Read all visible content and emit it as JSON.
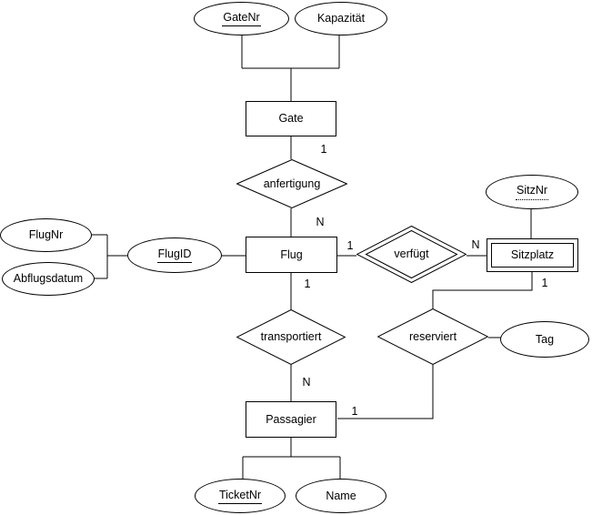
{
  "diagram": {
    "type": "er-diagram",
    "language": "de",
    "entities": {
      "gate": "Gate",
      "flug": "Flug",
      "sitzplatz": "Sitzplatz",
      "passagier": "Passagier"
    },
    "weak_entities": [
      "sitzplatz"
    ],
    "relationships": {
      "anfertigung": "anfertigung",
      "verfuegt": "verfügt",
      "transportiert": "transportiert",
      "reserviert": "reserviert"
    },
    "identifying_relationships": [
      "verfuegt"
    ],
    "attributes": {
      "gatenr": "GateNr",
      "kapazitaet": "Kapazität",
      "flugnr": "FlugNr",
      "abflugsdatum": "Abflugsdatum",
      "flugid": "FlugID",
      "sitznr": "SitzNr",
      "tag": "Tag",
      "ticketnr": "TicketNr",
      "name": "Name"
    },
    "key_attributes": [
      "gatenr",
      "flugid",
      "ticketnr"
    ],
    "partial_key_attributes": [
      "sitznr"
    ],
    "cardinalities": {
      "gate_anfertigung": "1",
      "anfertigung_flug": "N",
      "flug_verfuegt": "1",
      "verfuegt_sitzplatz": "N",
      "flug_transportiert": "1",
      "transportiert_passagier": "N",
      "sitzplatz_reserviert": "1",
      "reserviert_passagier": "1"
    },
    "colors": {
      "stroke": "#000000",
      "fill": "#ffffff",
      "text": "#000000",
      "background": "#ffffff"
    }
  }
}
